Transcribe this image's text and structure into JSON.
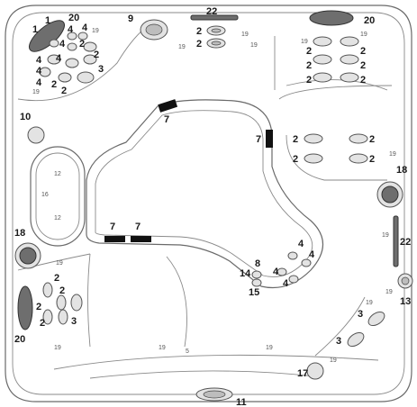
{
  "callouts": {
    "c1": "1",
    "c2": "2",
    "c3": "3",
    "c4": "4",
    "c5": "5",
    "c7": "7",
    "c8": "8",
    "c9": "9",
    "c10": "10",
    "c11": "11",
    "c12": "12",
    "c13": "13",
    "c14": "14",
    "c15": "15",
    "c16": "16",
    "c17": "17",
    "c18": "18",
    "c19": "19",
    "c20": "20",
    "c22": "22"
  },
  "colors": {
    "outline": "#6a6a6a",
    "dark_part": "#6e6e6e",
    "light_jet": "#e3e3e3",
    "block": "#111111"
  }
}
